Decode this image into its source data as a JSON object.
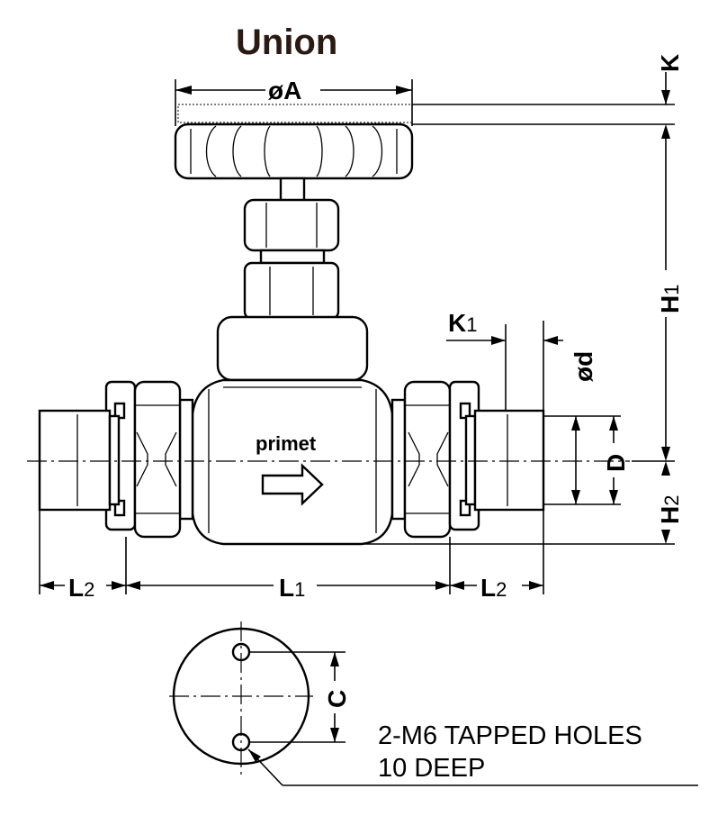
{
  "title": "Union",
  "brand": "primet",
  "dimensions": {
    "A": {
      "prefix": "ø",
      "label": "A"
    },
    "K": {
      "label": "K"
    },
    "H1": {
      "main": "H",
      "sub": "1"
    },
    "K1": {
      "main": "K",
      "sub": "1"
    },
    "d": {
      "prefix": "ø",
      "label": "d"
    },
    "D": {
      "label": "D"
    },
    "H2": {
      "main": "H",
      "sub": "2"
    },
    "L2_left": {
      "main": "L",
      "sub": "2"
    },
    "L1": {
      "main": "L",
      "sub": "1"
    },
    "L2_right": {
      "main": "L",
      "sub": "2"
    },
    "C": {
      "label": "C"
    }
  },
  "note": {
    "line1": "2-M6 TAPPED HOLES",
    "line2": "10 DEEP"
  },
  "flow_direction": "right-arrow-icon"
}
